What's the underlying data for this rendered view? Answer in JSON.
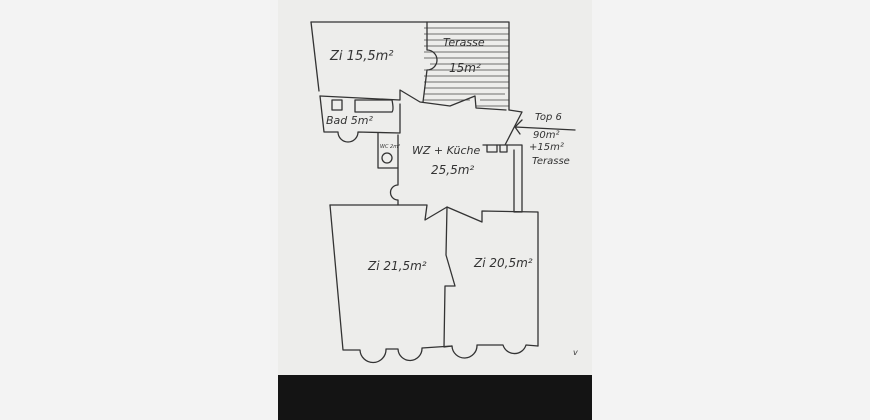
{
  "plan": {
    "rooms": [
      {
        "name": "Zi",
        "area": "15,5m²"
      },
      {
        "name": "Terasse",
        "area": "15m²"
      },
      {
        "name": "Bad",
        "area": "5m²"
      },
      {
        "name": "WC",
        "area": "2m²"
      },
      {
        "name": "WZ + Küche",
        "area": "25,5m²"
      },
      {
        "name": "Zi",
        "area": "21,5m²"
      },
      {
        "name": "Zi",
        "area": "20,5m²"
      }
    ],
    "annotation": {
      "unit": "Top 6",
      "total": "90m²",
      "extra": "+15m²",
      "extra_label": "Terasse"
    },
    "corner_mark": "v"
  }
}
